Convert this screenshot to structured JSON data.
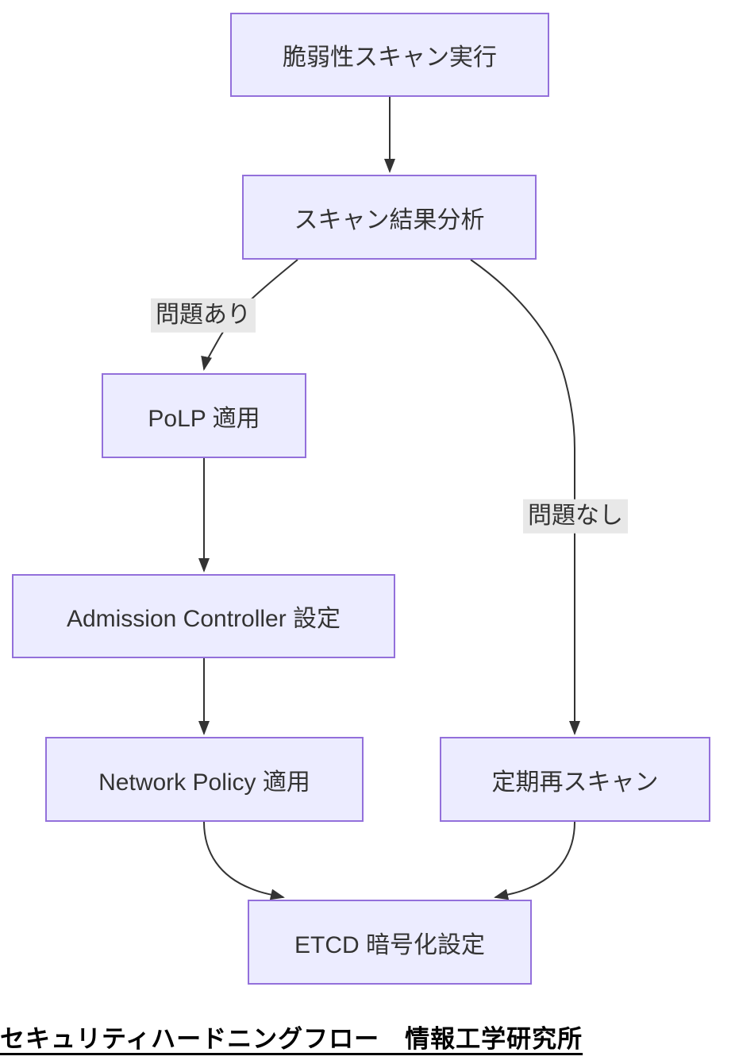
{
  "diagram": {
    "type": "flowchart",
    "direction": "top-down",
    "nodes": [
      {
        "id": "A",
        "label": "脆弱性スキャン実行"
      },
      {
        "id": "B",
        "label": "スキャン結果分析"
      },
      {
        "id": "C",
        "label": "PoLP 適用"
      },
      {
        "id": "D",
        "label": "Admission Controller 設定"
      },
      {
        "id": "E",
        "label": "Network Policy 適用"
      },
      {
        "id": "F",
        "label": "定期再スキャン"
      },
      {
        "id": "G",
        "label": "ETCD 暗号化設定"
      }
    ],
    "edges": [
      {
        "from": "脆弱性スキャン実行",
        "to": "スキャン結果分析",
        "label": ""
      },
      {
        "from": "スキャン結果分析",
        "to": "PoLP 適用",
        "label": "問題あり"
      },
      {
        "from": "スキャン結果分析",
        "to": "定期再スキャン",
        "label": "問題なし"
      },
      {
        "from": "PoLP 適用",
        "to": "Admission Controller 設定",
        "label": ""
      },
      {
        "from": "Admission Controller 設定",
        "to": "Network Policy 適用",
        "label": ""
      },
      {
        "from": "Network Policy 適用",
        "to": "ETCD 暗号化設定",
        "label": ""
      },
      {
        "from": "定期再スキャン",
        "to": "ETCD 暗号化設定",
        "label": ""
      }
    ],
    "caption": "セキュリティハードニングフロー　情報工学研究所",
    "colors": {
      "node_fill": "#ECECFF",
      "node_border": "#9370DB",
      "edge_stroke": "#333333",
      "edge_label_bg": "#e8e8e8",
      "node_text": "#333333",
      "caption_text": "#000000",
      "background": "#ffffff"
    }
  }
}
